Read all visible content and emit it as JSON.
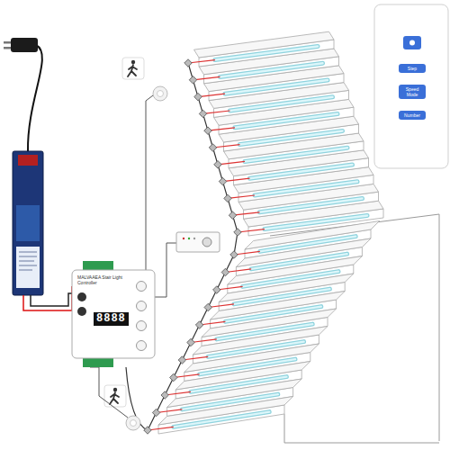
{
  "diagram": {
    "nodes": [
      {
        "text": [
          "MALVAAEA Stair Light Controller",
          "8888"
        ]
      },
      {
        "text": [
          "Step"
        ]
      },
      {
        "text": [
          "Speed Mode"
        ]
      },
      {
        "text": [
          "Number"
        ]
      }
    ]
  }
}
